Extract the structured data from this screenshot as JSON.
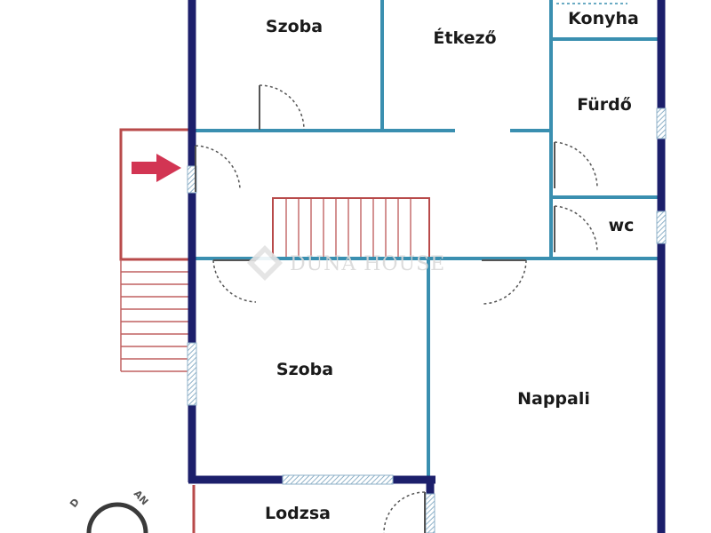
{
  "rooms": {
    "szoba_top": "Szoba",
    "etkezo": "Étkező",
    "konyha": "Konyha",
    "furdo": "Fürdő",
    "wc": "wc",
    "szoba_mid": "Szoba",
    "nappali": "Nappali",
    "lodzsa": "Lodzsa"
  },
  "watermark": {
    "brand": "DUNA HOUSE"
  },
  "stamp": {
    "left": "D",
    "right": "AN"
  },
  "icons": {
    "entrance": "entrance-arrow-icon",
    "watermark_logo": "diamond-logo-icon"
  },
  "colors": {
    "outer_wall": "#1c1f6b",
    "inner_wall": "#3a8fb0",
    "door": "#555555",
    "stair": "#b84a4a",
    "window": "#a9c4d6",
    "arrow": "#d23553"
  }
}
